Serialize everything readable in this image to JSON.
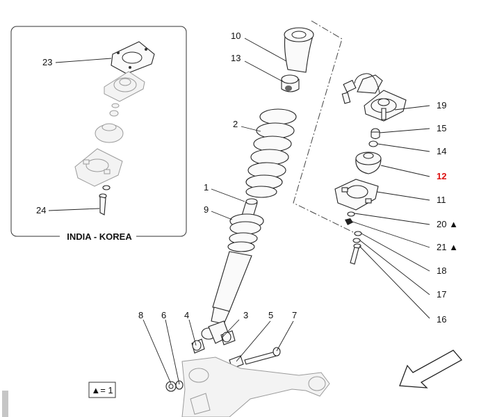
{
  "inset": {
    "caption": "INDIA - KOREA"
  },
  "legend": {
    "text": "▲= 1"
  },
  "callouts": {
    "c1": "1",
    "c2": "2",
    "c3": "3",
    "c4": "4",
    "c5": "5",
    "c6": "6",
    "c7": "7",
    "c8": "8",
    "c9": "9",
    "c10": "10",
    "c11": "11",
    "c12": "12",
    "c13": "13",
    "c14": "14",
    "c15": "15",
    "c16": "16",
    "c17": "17",
    "c18": "18",
    "c19": "19",
    "c20": "20 ▲",
    "c21": "21 ▲",
    "c23": "23",
    "c24": "24"
  },
  "colors": {
    "highlight": "#dd1111",
    "line": "#222222",
    "ghost": "#9a9a9a"
  }
}
